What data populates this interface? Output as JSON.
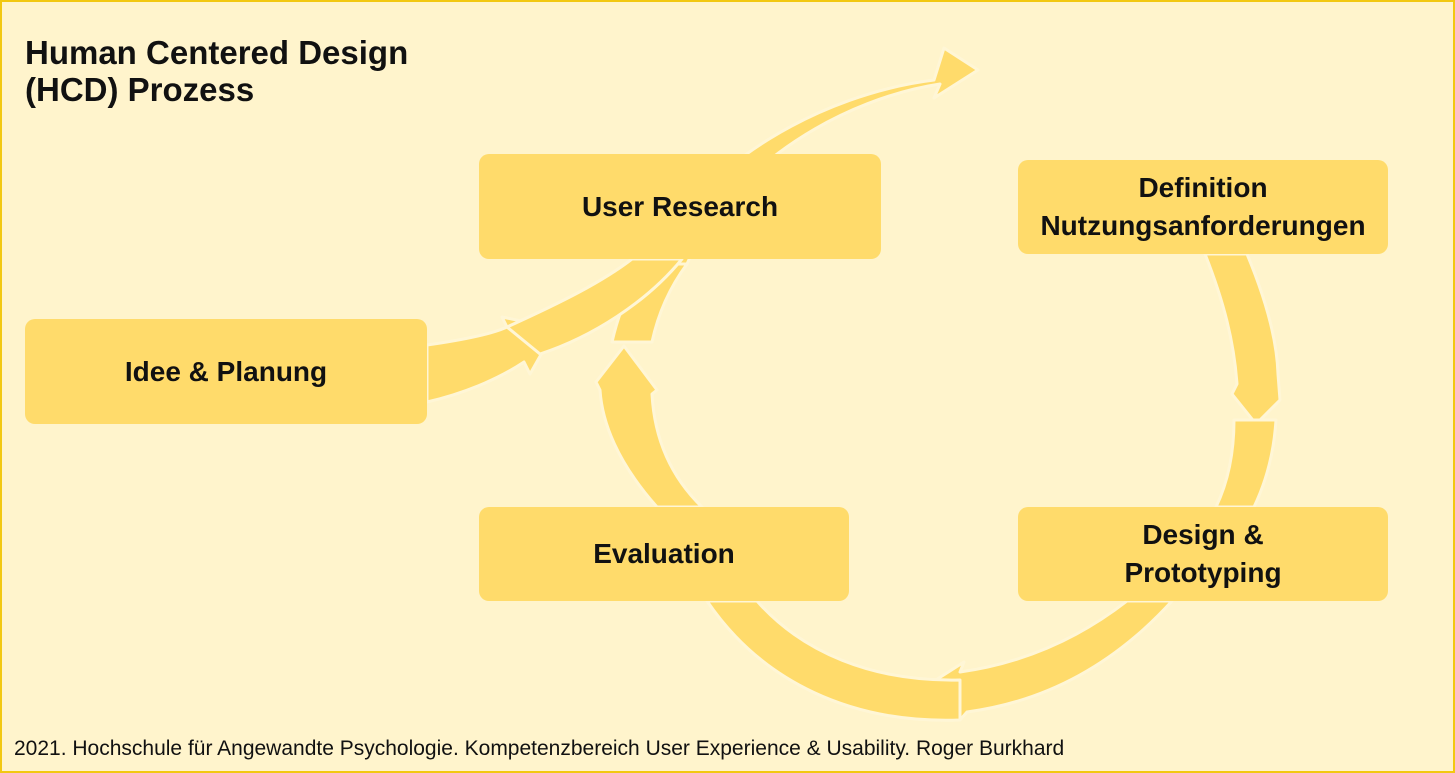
{
  "title_lines": [
    "Human Centered Design",
    "(HCD) Prozess"
  ],
  "boxes": {
    "idee": [
      "Idee & Planung"
    ],
    "research": [
      "User Research"
    ],
    "definition": [
      "Definition",
      "Nutzungsanforderungen"
    ],
    "design": [
      "Design &",
      "Prototyping"
    ],
    "evaluation": [
      "Evaluation"
    ]
  },
  "footer": "2021. Hochschule für Angewandte Psychologie. Kompetenzbereich User Experience & Usability. Roger Burkhard",
  "colors": {
    "background": "#FFF4CC",
    "border": "#F2C811",
    "box_fill": "#FFDB6B",
    "arrow_fill": "#FFDB6B",
    "text": "#111111"
  }
}
